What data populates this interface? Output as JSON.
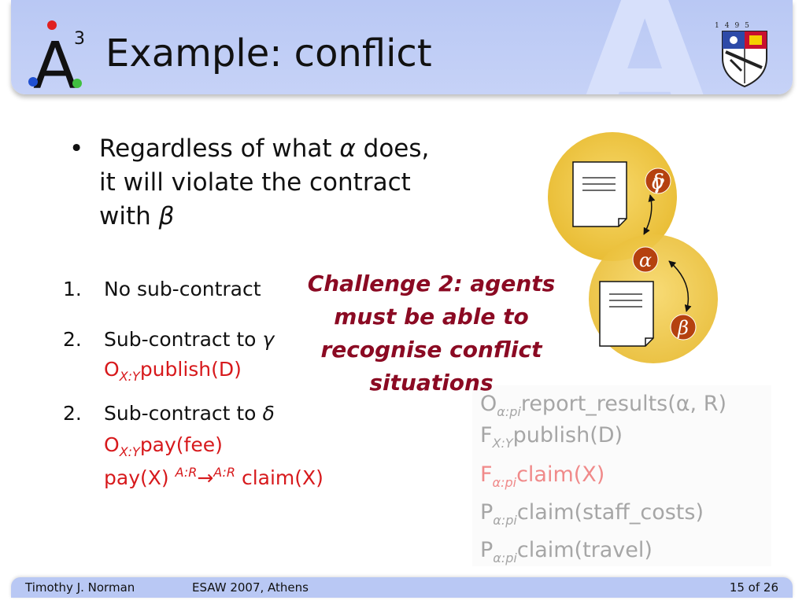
{
  "header": {
    "title": "Example: conflict",
    "logo_text": "A",
    "logo_superscript": "3",
    "crest_year": "1495"
  },
  "bullet": {
    "text_prefix": "Regardless of what ",
    "alpha": "α",
    "text_middle": " does, it will violate the contract with ",
    "beta": "β"
  },
  "items": [
    {
      "num": "1.",
      "text": "No sub-contract"
    },
    {
      "num": "2.",
      "text_prefix": "Sub-contract to ",
      "agent": "γ",
      "red_line": {
        "op": "O",
        "sub": "X:Y",
        "rest": "publish(D)"
      }
    },
    {
      "num": "2.",
      "text_prefix": "Sub-contract to ",
      "agent": "δ",
      "red_line1": {
        "op": "O",
        "sub": "X:Y",
        "rest": "pay(fee)"
      },
      "red_line2": {
        "pre": "pay(X) ",
        "sup1": "A:R",
        "arrow": "→",
        "sup2": "A:R",
        "post": " claim(X)"
      }
    }
  ],
  "challenge": "Challenge 2: agents must be able to recognise conflict situations",
  "norms": [
    {
      "op": "O",
      "sub": "α:pi",
      "text": "report_results(α, R)"
    },
    {
      "op": "F",
      "sub": "X:Y",
      "text": "publish(D)"
    },
    {
      "op": "F",
      "sub": "α:pi",
      "text": "claim(X)"
    },
    {
      "op": "P",
      "sub": "α:pi",
      "text": "claim(staff_costs)"
    },
    {
      "op": "P",
      "sub": "α:pi",
      "text": "claim(travel)"
    }
  ],
  "diagram": {
    "top_node": "γ",
    "top_node_alt": "δ",
    "middle_node": "α",
    "bottom_node": "β"
  },
  "footer": {
    "author": "Timothy J. Norman",
    "event": "ESAW 2007, Athens",
    "page": "15 of 26"
  },
  "colors": {
    "header_bg": "#b9c8f4",
    "challenge": "#8b0a23",
    "red_text": "#d7191c",
    "circle_fill": "#f0c94a",
    "node_fill": "#b5410f"
  }
}
